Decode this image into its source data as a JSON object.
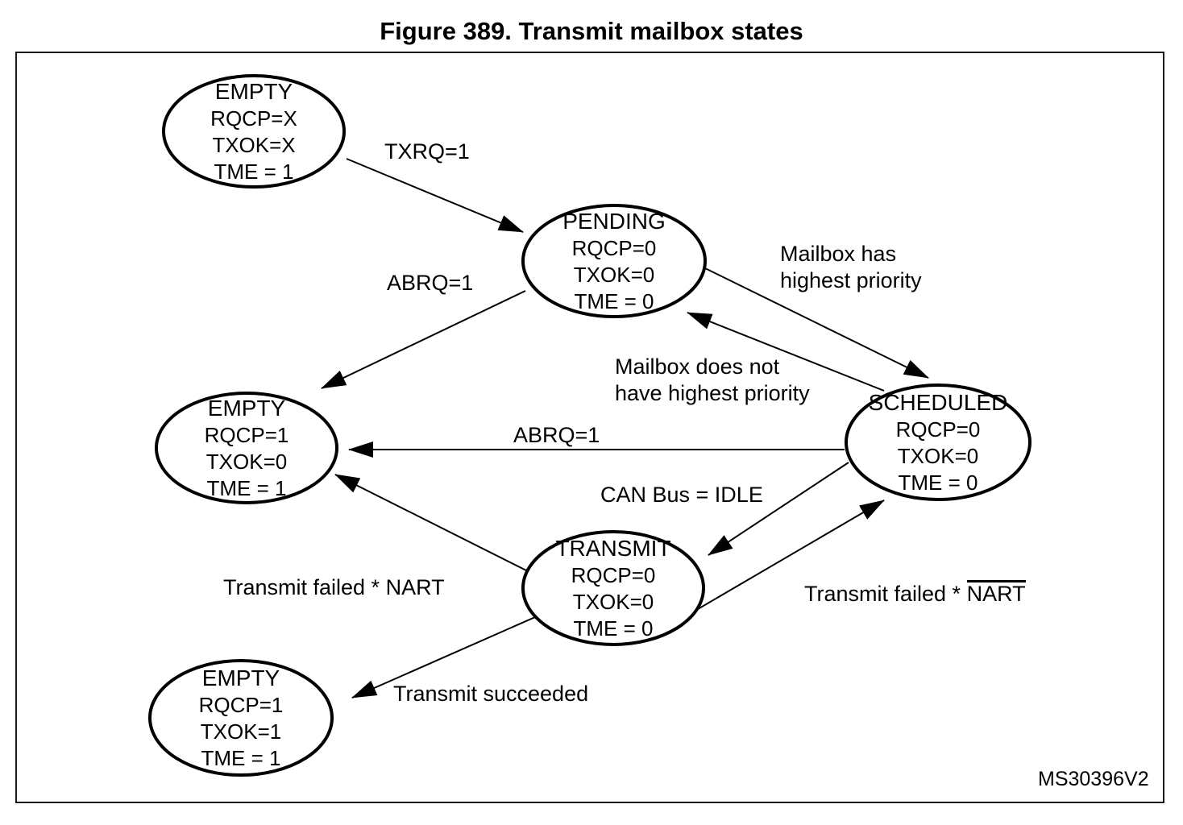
{
  "figure": {
    "title": "Figure 389. Transmit mailbox states",
    "code": "MS30396V2"
  },
  "colors": {
    "ink": "#000000",
    "background": "#ffffff"
  },
  "states": {
    "empty_top": {
      "name": "EMPTY",
      "rqcp": "RQCP=X",
      "txok": "TXOK=X",
      "tme": "TME = 1"
    },
    "pending": {
      "name": "PENDING",
      "rqcp": "RQCP=0",
      "txok": "TXOK=0",
      "tme": "TME = 0"
    },
    "empty_mid": {
      "name": "EMPTY",
      "rqcp": "RQCP=1",
      "txok": "TXOK=0",
      "tme": "TME = 1"
    },
    "scheduled": {
      "name": "SCHEDULED",
      "rqcp": "RQCP=0",
      "txok": "TXOK=0",
      "tme": "TME = 0"
    },
    "transmit": {
      "name": "TRANSMIT",
      "rqcp": "RQCP=0",
      "txok": "TXOK=0",
      "tme": "TME = 0"
    },
    "empty_bottom": {
      "name": "EMPTY",
      "rqcp": "RQCP=1",
      "txok": "TXOK=1",
      "tme": "TME = 1"
    }
  },
  "transitions": [
    {
      "from": "empty_top",
      "to": "pending",
      "label": "TXRQ=1"
    },
    {
      "from": "pending",
      "to": "empty_mid",
      "label": "ABRQ=1"
    },
    {
      "from": "pending",
      "to": "scheduled",
      "label": "Mailbox has\nhighest priority"
    },
    {
      "from": "scheduled",
      "to": "pending",
      "label": "Mailbox does not\nhave highest priority"
    },
    {
      "from": "scheduled",
      "to": "empty_mid",
      "label": "ABRQ=1"
    },
    {
      "from": "scheduled",
      "to": "transmit",
      "label": "CAN Bus = IDLE"
    },
    {
      "from": "transmit",
      "to": "empty_mid",
      "label_prefix": "Transmit failed * ",
      "label_nart": "NART",
      "nart_overlined": false
    },
    {
      "from": "transmit",
      "to": "scheduled",
      "label_prefix": "Transmit failed * ",
      "label_nart": "NART",
      "nart_overlined": true
    },
    {
      "from": "transmit",
      "to": "empty_bottom",
      "label": "Transmit succeeded"
    }
  ]
}
